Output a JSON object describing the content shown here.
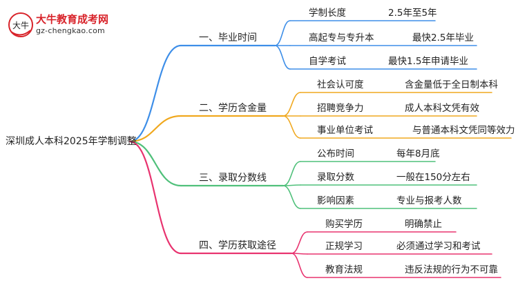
{
  "logo": {
    "brand": "大牛教育成考网",
    "url": "gz-chengkao.com",
    "mark_text": "大牛"
  },
  "root": "深圳成人本科2025年学制调整",
  "branches": [
    {
      "label": "一、毕业时间",
      "color": "#3d8ee8",
      "leaves": [
        {
          "key": "学制长度",
          "value": "2.5年至5年"
        },
        {
          "key": "高起专与专升本",
          "value": "最快2.5年毕业"
        },
        {
          "key": "自学考试",
          "value": "最快1.5年申请毕业"
        }
      ]
    },
    {
      "label": "二、学历含金量",
      "color": "#f0a81e",
      "leaves": [
        {
          "key": "社会认可度",
          "value": "含金量低于全日制本科"
        },
        {
          "key": "招聘竞争力",
          "value": "成人本科文凭有效"
        },
        {
          "key": "事业单位考试",
          "value": "与普通本科文凭同等效力"
        }
      ]
    },
    {
      "label": "三、录取分数线",
      "color": "#4fc07a",
      "leaves": [
        {
          "key": "公布时间",
          "value": "每年8月底"
        },
        {
          "key": "录取分数",
          "value": "一般在150分左右"
        },
        {
          "key": "影响因素",
          "value": "专业与报考人数"
        }
      ]
    },
    {
      "label": "四、学历获取途径",
      "color": "#e8336f",
      "leaves": [
        {
          "key": "购买学历",
          "value": "明确禁止"
        },
        {
          "key": "正规学习",
          "value": "必须通过学习和考试"
        },
        {
          "key": "教育法规",
          "value": "违反法规的行为不可靠"
        }
      ]
    }
  ]
}
